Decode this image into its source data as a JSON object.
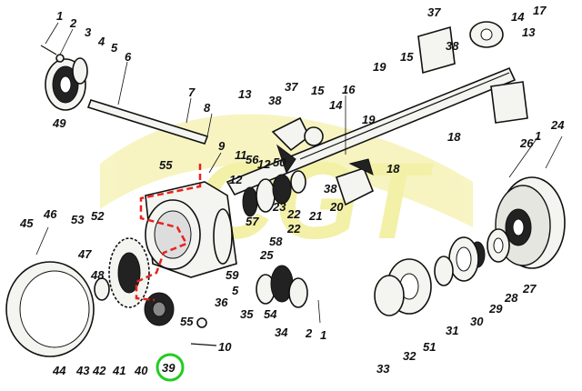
{
  "watermark": {
    "text": "CGT",
    "color": "#f2ee9a"
  },
  "highlight": {
    "part": "39",
    "ring_color": "#22cc22",
    "path_color": "#e8231b"
  },
  "labels": {
    "l1": "1",
    "l2": "2",
    "l3": "3",
    "l4": "4",
    "l5": "5",
    "l6": "6",
    "l49": "49",
    "l7": "7",
    "l8": "8",
    "l9": "9",
    "l11": "11",
    "l55a": "55",
    "l12": "12",
    "l13a": "13",
    "l38a": "38",
    "l37a": "37",
    "l15a": "15",
    "l14a": "14",
    "l16": "16",
    "l19a": "19",
    "l37b": "37",
    "l38b": "38",
    "l14b": "14",
    "l13b": "13",
    "l17": "17",
    "l15b": "15",
    "l19b": "19",
    "l18a": "18",
    "l18b": "18",
    "l56": "56",
    "l12b": "12",
    "l50": "50",
    "l21": "21",
    "l22a": "22",
    "l22b": "22",
    "l23": "23",
    "l26": "26",
    "l24": "24",
    "l1b": "1",
    "l20": "20",
    "l38c": "38",
    "l57": "57",
    "l58": "58",
    "l25": "25",
    "l59": "59",
    "l5b": "5",
    "l36": "36",
    "l35": "35",
    "l54": "54",
    "l34": "34",
    "l2b": "2",
    "l1c": "1",
    "l46": "46",
    "l45": "45",
    "l53": "53",
    "l52": "52",
    "l47": "47",
    "l48": "48",
    "l44": "44",
    "l43": "43",
    "l42": "42",
    "l41": "41",
    "l40": "40",
    "l39": "39",
    "l55b": "55",
    "l10": "10",
    "l33": "33",
    "l32": "32",
    "l51": "51",
    "l31": "31",
    "l30": "30",
    "l29": "29",
    "l28": "28",
    "l27": "27"
  }
}
